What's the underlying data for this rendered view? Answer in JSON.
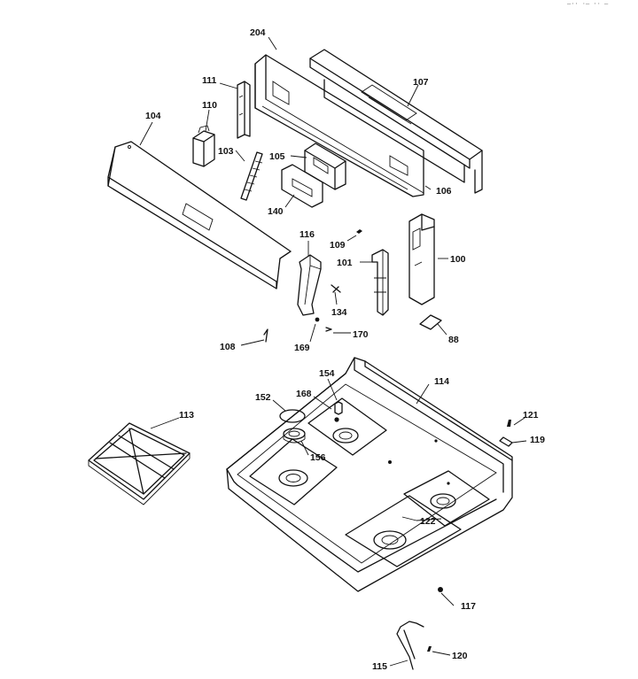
{
  "corner_text": "—·· ·— ·· —",
  "callouts": {
    "c204": "204",
    "c111": "111",
    "c107": "107",
    "c110": "110",
    "c104": "104",
    "c103": "103",
    "c105": "105",
    "c106": "106",
    "c140": "140",
    "c116": "116",
    "c109": "109",
    "c101": "101",
    "c100": "100",
    "c134": "134",
    "c108": "108",
    "c169": "169",
    "c170": "170",
    "c88": "88",
    "c154": "154",
    "c114": "114",
    "c152": "152",
    "c168": "168",
    "c113": "113",
    "c156": "156",
    "c121": "121",
    "c119": "119",
    "c122": "122",
    "c117": "117",
    "c115": "115",
    "c120": "120"
  }
}
